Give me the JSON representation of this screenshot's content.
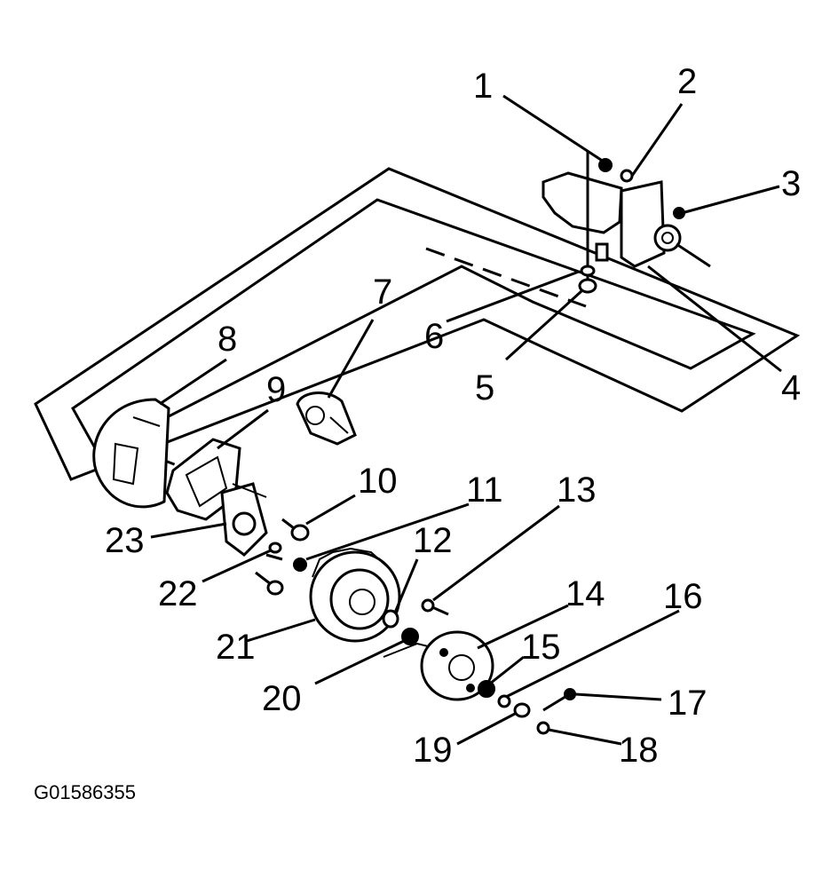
{
  "figure_id": "G01586355",
  "callouts": {
    "c1": "1",
    "c2": "2",
    "c3": "3",
    "c4": "4",
    "c5": "5",
    "c6": "6",
    "c7": "7",
    "c8": "8",
    "c9": "9",
    "c10": "10",
    "c11": "11",
    "c12": "12",
    "c13": "13",
    "c14": "14",
    "c15": "15",
    "c16": "16",
    "c17": "17",
    "c18": "18",
    "c19": "19",
    "c20": "20",
    "c21": "21",
    "c22": "22",
    "c23": "23"
  }
}
